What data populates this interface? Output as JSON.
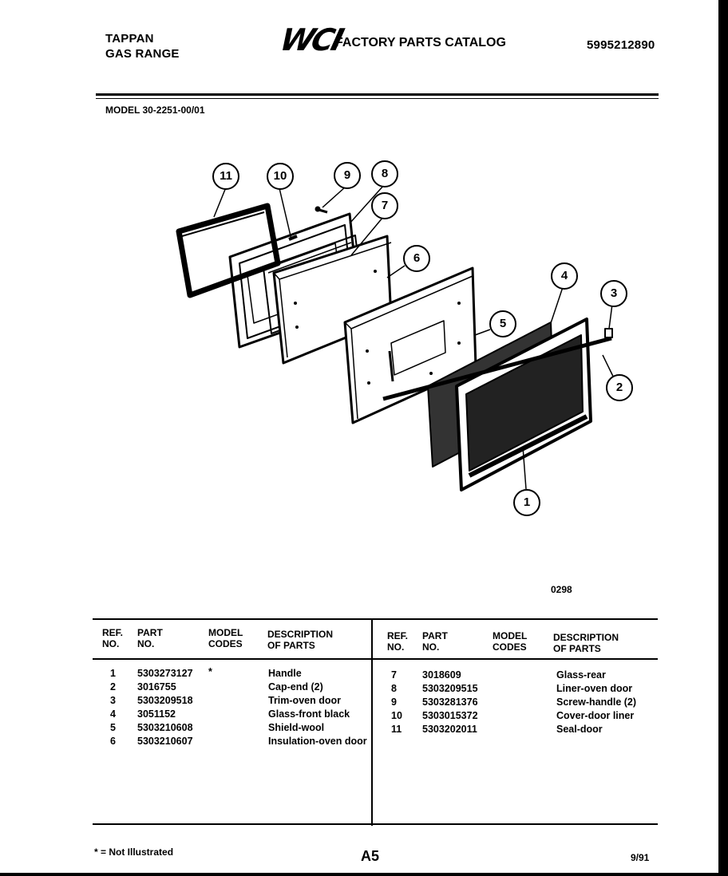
{
  "header": {
    "brand": "TAPPAN",
    "product": "GAS RANGE",
    "logo": "WCI",
    "catalog_title": "FACTORY PARTS CATALOG",
    "catalog_number": "5995212890",
    "model": "MODEL 30-2251-00/01"
  },
  "diagram": {
    "callouts": [
      "1",
      "2",
      "3",
      "4",
      "5",
      "6",
      "7",
      "8",
      "9",
      "10",
      "11"
    ],
    "code": "0298"
  },
  "table": {
    "headers": {
      "ref": "REF.\nNO.",
      "part": "PART\nNO.",
      "model": "MODEL\nCODES",
      "desc": "DESCRIPTION\nOF PARTS"
    },
    "left": {
      "refs": [
        "1",
        "2",
        "3",
        "4",
        "5",
        "6"
      ],
      "parts": [
        "5303273127",
        "3016755",
        "5303209518",
        "3051152",
        "5303210608",
        "5303210607"
      ],
      "models": [
        "*",
        "",
        "",
        "",
        "",
        ""
      ],
      "descs": [
        "Handle",
        "Cap-end (2)",
        "Trim-oven door",
        "Glass-front black",
        "Shield-wool",
        "Insulation-oven door"
      ]
    },
    "right": {
      "refs": [
        "7",
        "8",
        "9",
        "10",
        "11"
      ],
      "parts": [
        "3018609",
        "5303209515",
        "5303281376",
        "5303015372",
        "5303202011"
      ],
      "descs": [
        "Glass-rear",
        "Liner-oven door",
        "Screw-handle (2)",
        "Cover-door liner",
        "Seal-door"
      ]
    }
  },
  "footer": {
    "note": "* = Not Illustrated",
    "page": "A5",
    "date": "9/91"
  }
}
